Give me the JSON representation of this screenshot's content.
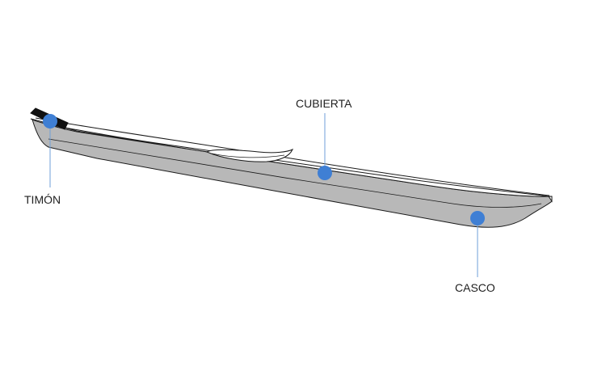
{
  "colors": {
    "hull_fill": "#b8b8b8",
    "deck_fill": "#ffffff",
    "outline": "#1a1a1a",
    "rudder": "#111111",
    "marker": "#3f7fd4",
    "leader_line": "#6f9fd8",
    "label_text": "#222222"
  },
  "callouts": {
    "rudder": {
      "label": "TIMÓN"
    },
    "deck": {
      "label": "CUBIERTA"
    },
    "hull": {
      "label": "CASCO"
    }
  }
}
